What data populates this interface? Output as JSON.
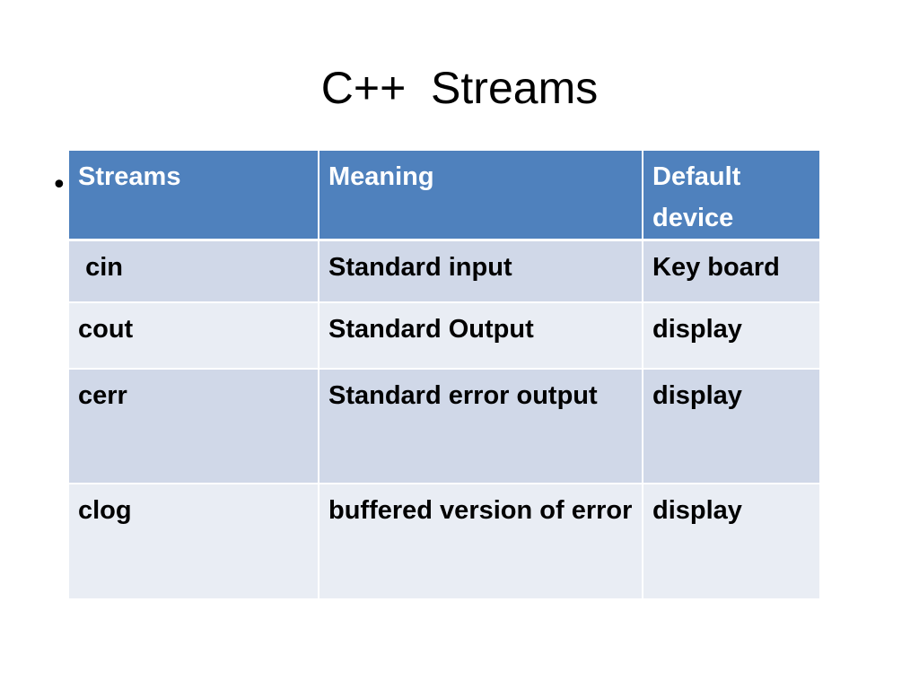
{
  "slide": {
    "title": "C++  Streams",
    "bullet": "•"
  },
  "table": {
    "headers": [
      "Streams",
      "Meaning",
      "Default device"
    ],
    "rows": [
      [
        "cin",
        "Standard input",
        "Key board"
      ],
      [
        "cout",
        "Standard Output",
        "display"
      ],
      [
        "cerr",
        "Standard error output",
        "display"
      ],
      [
        "clog",
        "buffered version of error",
        "display"
      ]
    ]
  },
  "colors": {
    "header_bg": "#4f81bd",
    "row_band_1": "#d0d8e8",
    "row_band_2": "#e9edf4"
  }
}
